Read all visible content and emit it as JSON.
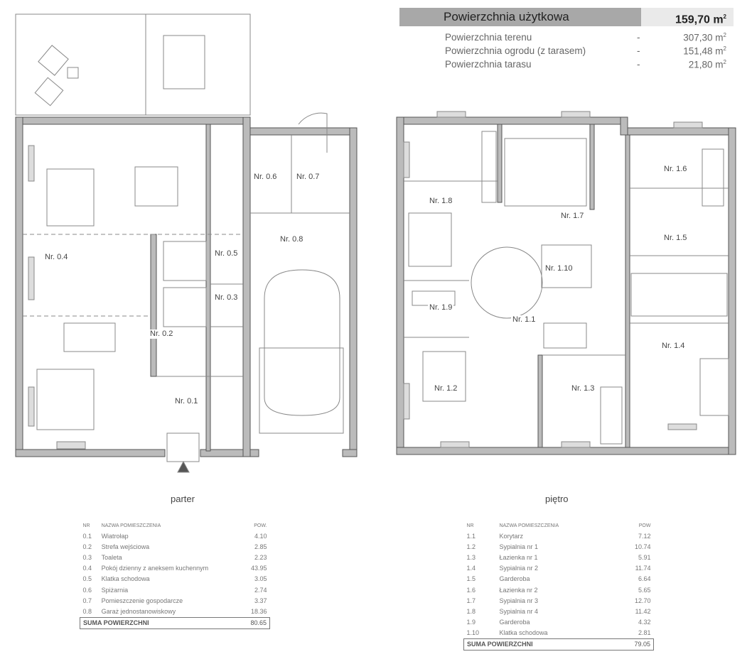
{
  "summary": {
    "main_label": "Powierzchnia użytkowa",
    "main_value": "159,70 m",
    "unit_sup": "2",
    "rows": [
      {
        "label": "Powierzchnia terenu",
        "dash": "-",
        "value": "307,30 m"
      },
      {
        "label": "Powierzchnia ogrodu (z tarasem)",
        "dash": "-",
        "value": "151,48 m"
      },
      {
        "label": "Powierzchnia tarasu",
        "dash": "-",
        "value": "21,80 m"
      }
    ]
  },
  "ground": {
    "caption": "parter",
    "rooms": [
      "Nr. 0.1",
      "Nr. 0.2",
      "Nr. 0.3",
      "Nr. 0.4",
      "Nr. 0.5",
      "Nr. 0.6",
      "Nr. 0.7",
      "Nr. 0.8"
    ],
    "table": {
      "h_nr": "NR",
      "h_name": "NAZWA POMIESZCZENIA",
      "h_area": "POW.",
      "rows": [
        {
          "nr": "0.1",
          "name": "Wiatrołap",
          "area": "4.10"
        },
        {
          "nr": "0.2",
          "name": "Strefa wejściowa",
          "area": "2.85"
        },
        {
          "nr": "0.3",
          "name": "Toaleta",
          "area": "2.23"
        },
        {
          "nr": "0.4",
          "name": "Pokój dzienny z aneksem kuchennym",
          "area": "43.95"
        },
        {
          "nr": "0.5",
          "name": "Klatka schodowa",
          "area": "3.05"
        },
        {
          "nr": "0.6",
          "name": "Spiżarnia",
          "area": "2.74"
        },
        {
          "nr": "0.7",
          "name": "Pomieszczenie gospodarcze",
          "area": "3.37"
        },
        {
          "nr": "0.8",
          "name": "Garaż jednostanowiskowy",
          "area": "18.36"
        }
      ],
      "sum_label": "SUMA POWIERZCHNI",
      "sum_value": "80.65"
    }
  },
  "upper": {
    "caption": "piętro",
    "rooms": [
      "Nr. 1.1",
      "Nr. 1.2",
      "Nr. 1.3",
      "Nr. 1.4",
      "Nr. 1.5",
      "Nr. 1.6",
      "Nr. 1.7",
      "Nr. 1.8",
      "Nr. 1.9",
      "Nr. 1.10"
    ],
    "table": {
      "h_nr": "NR",
      "h_name": "NAZWA POMIESZCZENIA",
      "h_area": "POW",
      "rows": [
        {
          "nr": "1.1",
          "name": "Korytarz",
          "area": "7.12"
        },
        {
          "nr": "1.2",
          "name": "Sypialnia nr 1",
          "area": "10.74"
        },
        {
          "nr": "1.3",
          "name": "Łazienka nr 1",
          "area": "5.91"
        },
        {
          "nr": "1.4",
          "name": "Sypialnia nr 2",
          "area": "11.74"
        },
        {
          "nr": "1.5",
          "name": "Garderoba",
          "area": "6.64"
        },
        {
          "nr": "1.6",
          "name": "Łazienka nr 2",
          "area": "5.65"
        },
        {
          "nr": "1.7",
          "name": "Sypialnia nr 3",
          "area": "12.70"
        },
        {
          "nr": "1.8",
          "name": "Sypialnia nr 4",
          "area": "11.42"
        },
        {
          "nr": "1.9",
          "name": "Garderoba",
          "area": "4.32"
        },
        {
          "nr": "1.10",
          "name": "Klatka schodowa",
          "area": "2.81"
        }
      ],
      "sum_label": "SUMA POWIERZCHNI",
      "sum_value": "79.05"
    }
  }
}
